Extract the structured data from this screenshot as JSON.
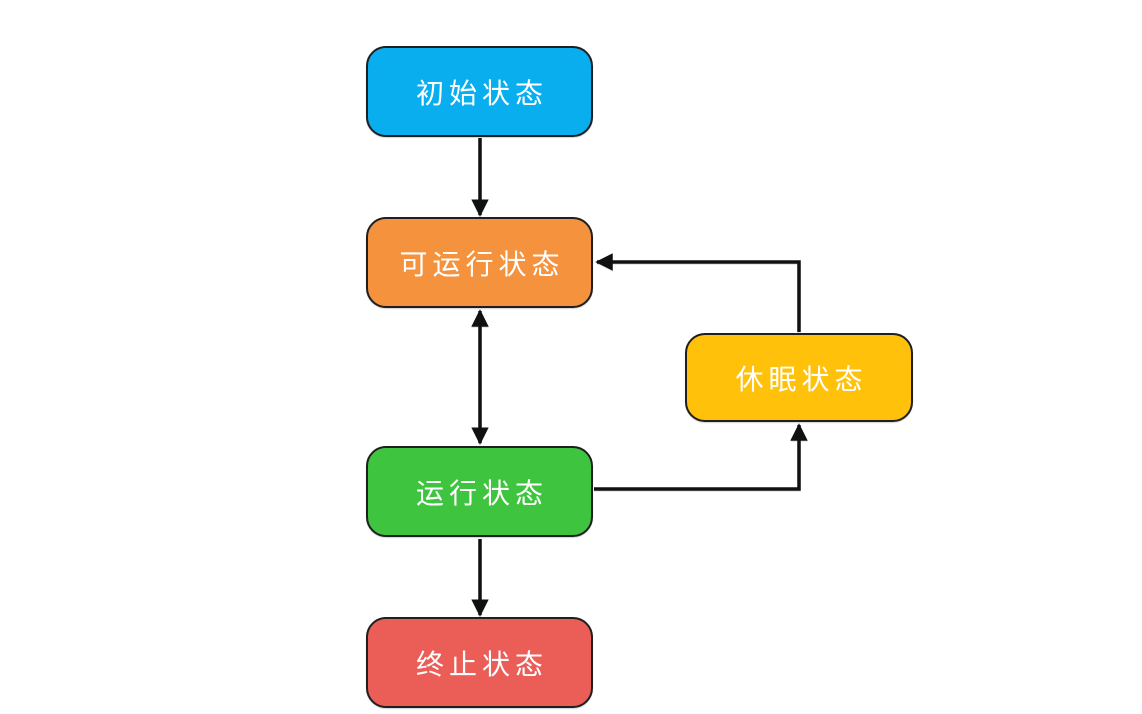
{
  "nodes": {
    "initial": {
      "label": "初始状态",
      "color": "#09AEEE"
    },
    "runnable": {
      "label": "可运行状态",
      "color": "#F5923D"
    },
    "sleep": {
      "label": "休眠状态",
      "color": "#FFC10A"
    },
    "running": {
      "label": "运行状态",
      "color": "#3EC43F"
    },
    "terminated": {
      "label": "终止状态",
      "color": "#EA5E57"
    }
  },
  "edges": [
    {
      "from": "initial",
      "to": "runnable",
      "arrows": "single"
    },
    {
      "from": "runnable",
      "to": "running",
      "arrows": "double"
    },
    {
      "from": "running",
      "to": "terminated",
      "arrows": "single"
    },
    {
      "from": "running",
      "to": "sleep",
      "arrows": "single"
    },
    {
      "from": "sleep",
      "to": "runnable",
      "arrows": "single"
    }
  ],
  "colors": {
    "line": "#111111",
    "border": "#1F1F1F",
    "text": "#FFFFFF",
    "background": "#FFFFFF"
  }
}
